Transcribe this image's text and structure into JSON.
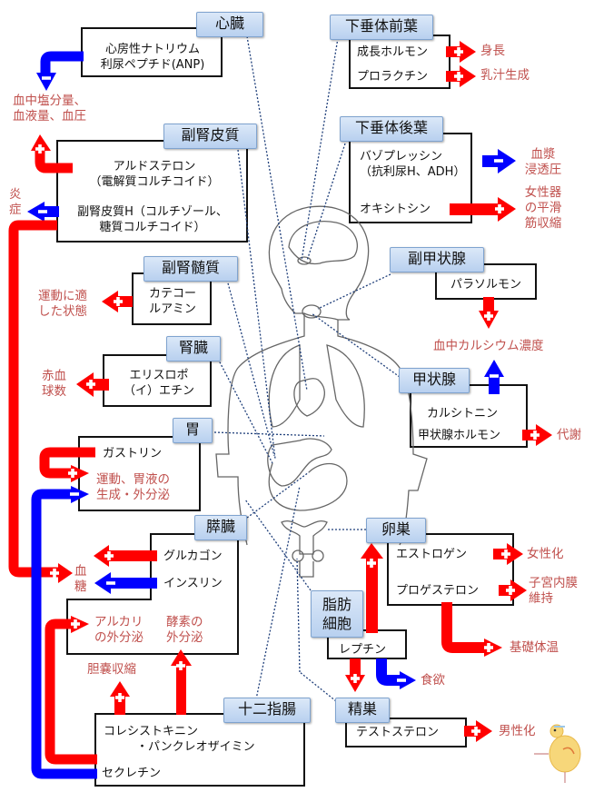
{
  "colors": {
    "stimulate": "#ff0000",
    "inhibit": "#0000ff",
    "effect_text": "#c0504d",
    "organ_label_top": "#dbe8f8",
    "organ_label_bottom": "#b8d0ef",
    "connector": "#1f3f7a"
  },
  "legend_symbols": {
    "plus": "+",
    "minus": "−"
  },
  "organs": {
    "heart": {
      "label": "心臓",
      "hormones": [
        "心房性ナトリウム",
        "利尿ペプチド(ANP)"
      ]
    },
    "adrenal_cortex": {
      "label": "副腎皮質",
      "hormones": [
        "アルドステロン",
        "（電解質コルチコイド）",
        "副腎皮質H（コルチゾール、",
        "糖質コルチコイド）"
      ]
    },
    "adrenal_medulla": {
      "label": "副腎髄質",
      "hormones": [
        "カテコー",
        "ルアミン"
      ]
    },
    "kidney": {
      "label": "腎臓",
      "hormones": [
        "エリスロポ",
        "（イ）エチン"
      ]
    },
    "stomach": {
      "label": "胃",
      "hormones": [
        "ガストリン"
      ]
    },
    "pancreas": {
      "label": "膵臓",
      "hormones": [
        "グルカゴン",
        "インスリン"
      ]
    },
    "duodenum": {
      "label": "十二指腸",
      "hormones": [
        "コレシストキニン",
        "・パンクレオザイミン",
        "セクレチン"
      ]
    },
    "anterior_pituitary": {
      "label": "下垂体前葉",
      "hormones": [
        "成長ホルモン",
        "プロラクチン"
      ]
    },
    "posterior_pituitary": {
      "label": "下垂体後葉",
      "hormones": [
        "バゾプレッシン",
        "（抗利尿H、ADH）",
        "オキシトシン"
      ]
    },
    "parathyroid": {
      "label": "副甲状腺",
      "hormones": [
        "パラソルモン"
      ]
    },
    "thyroid": {
      "label": "甲状腺",
      "hormones": [
        "カルシトニン",
        "甲状腺ホルモン"
      ]
    },
    "ovary": {
      "label": "卵巣",
      "hormones": [
        "エストロゲン",
        "プロゲステロン"
      ]
    },
    "adipocyte": {
      "label": [
        "脂肪",
        "細胞"
      ],
      "hormones": [
        "レプチン"
      ]
    },
    "testis": {
      "label": "精巣",
      "hormones": [
        "テストステロン"
      ]
    }
  },
  "effects": {
    "blood_salt": [
      "血中塩分量、",
      "血液量、血圧"
    ],
    "inflammation": [
      "炎",
      "症"
    ],
    "exercise_state": [
      "運動に適",
      "した状態"
    ],
    "rbc": [
      "赤血",
      "球数"
    ],
    "gastric": [
      "運動、胃液の",
      "生成・外分泌"
    ],
    "blood_sugar": [
      "血",
      "糖"
    ],
    "alkali": [
      "アルカリ",
      "の外分泌"
    ],
    "enzyme": [
      "酵素の",
      "外分泌"
    ],
    "gallbladder": "胆嚢収縮",
    "height": "身長",
    "milk": "乳汁生成",
    "plasma_osmotic": [
      "血漿",
      "浸透圧"
    ],
    "smooth_muscle": [
      "女性器",
      "の平滑",
      "筋収縮"
    ],
    "blood_calcium": "血中カルシウム濃度",
    "metabolism": "代謝",
    "feminization": "女性化",
    "endometrium": [
      "子宮内膜",
      "維持"
    ],
    "basal_temp": "基礎体温",
    "appetite": "食欲",
    "masculinization": "男性化"
  }
}
